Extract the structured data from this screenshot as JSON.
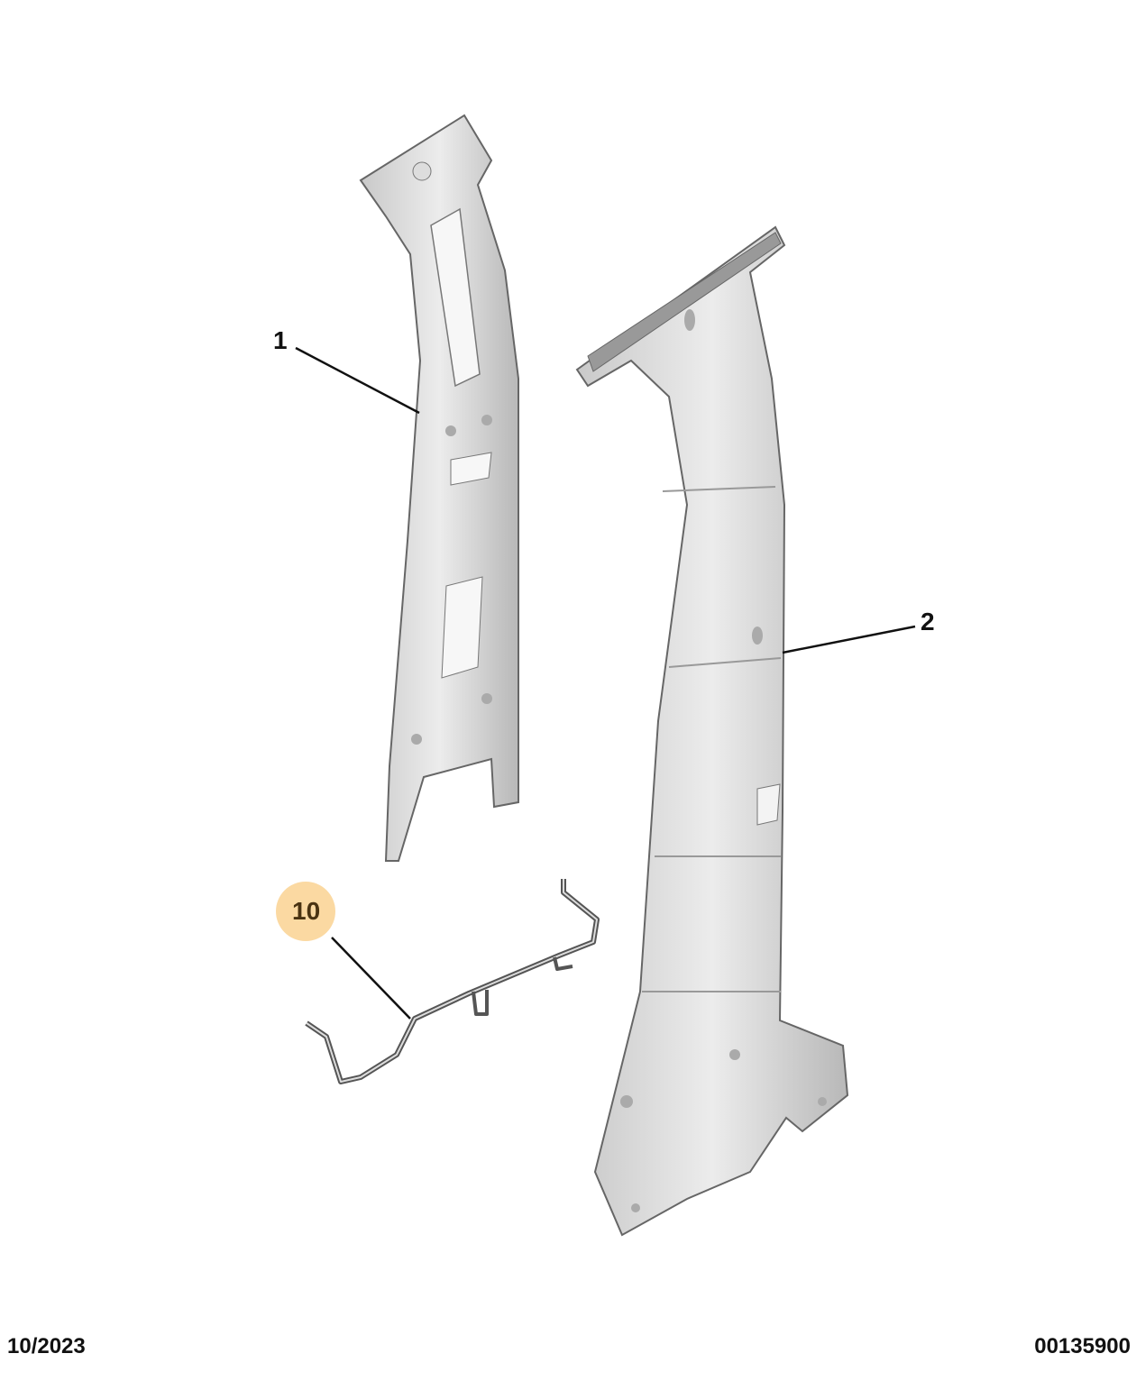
{
  "callouts": [
    {
      "label": "1",
      "part": "inner-pillar-panel"
    },
    {
      "label": "2",
      "part": "outer-pillar-reinforcement"
    },
    {
      "label": "10",
      "part": "wire-bracket",
      "highlighted": true
    }
  ],
  "highlight_color": "#fbd9a2",
  "footer": {
    "date": "10/2023",
    "code": "00135900"
  }
}
